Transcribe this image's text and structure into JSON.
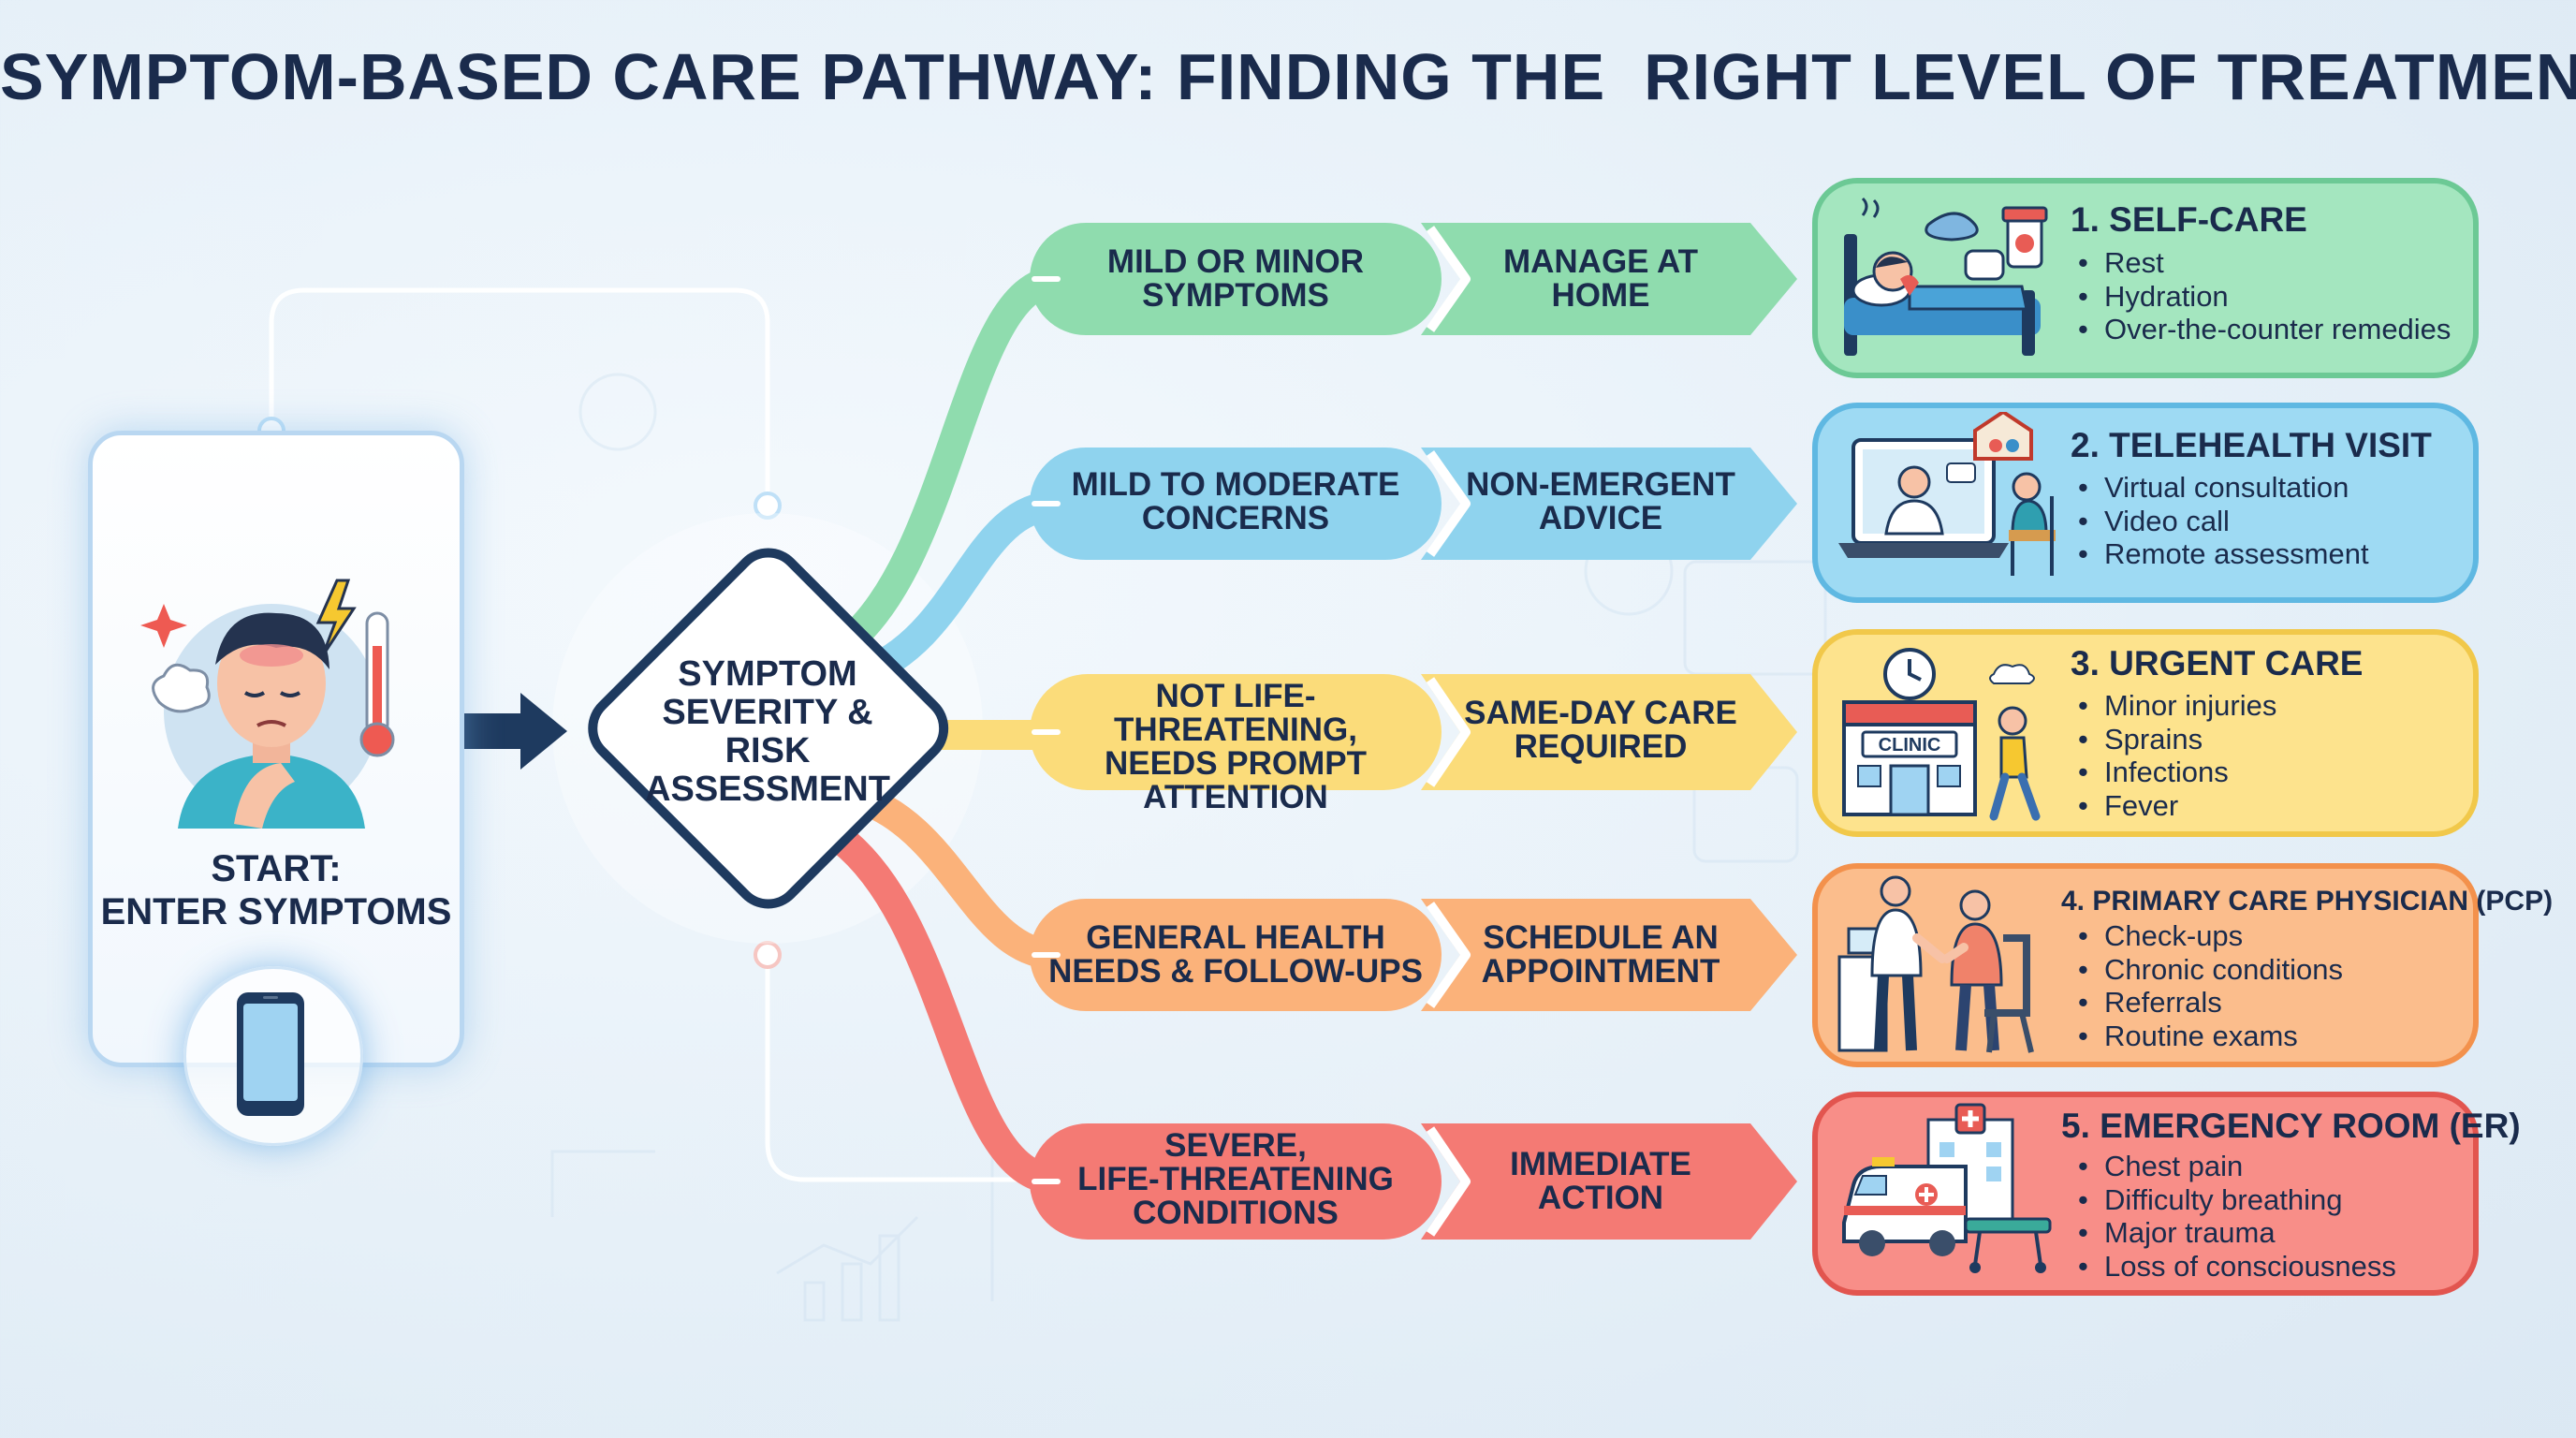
{
  "title": "SYMPTOM-BASED CARE PATHWAY: FINDING THE  RIGHT LEVEL OF TREATMENT",
  "start": {
    "label_line1": "START:",
    "label_line2": "ENTER SYMPTOMS"
  },
  "assessment": {
    "lines": [
      "SYMPTOM",
      "SEVERITY &",
      "RISK",
      "ASSESSMENT"
    ]
  },
  "branches": [
    {
      "condition": [
        "MILD OR MINOR",
        "SYMPTOMS"
      ],
      "action": [
        "MANAGE AT",
        "HOME"
      ],
      "color": "#8fdcae",
      "card": {
        "title": "1. SELF-CARE",
        "items": [
          "Rest",
          "Hydration",
          "Over-the-counter remedies"
        ],
        "bg": "#a4e6bf",
        "border": "#6cc995",
        "icon": "bed-rest-icon"
      }
    },
    {
      "condition": [
        "MILD TO MODERATE",
        "CONCERNS"
      ],
      "action": [
        "NON-EMERGENT",
        "ADVICE"
      ],
      "color": "#8fd3ee",
      "card": {
        "title": "2. TELEHEALTH VISIT",
        "items": [
          "Virtual consultation",
          "Video call",
          "Remote assessment"
        ],
        "bg": "#9edaf3",
        "border": "#5fb8e2",
        "icon": "laptop-doctor-icon"
      }
    },
    {
      "condition": [
        "NOT LIFE-THREATENING,",
        "NEEDS PROMPT",
        "ATTENTION"
      ],
      "action": [
        "SAME-DAY CARE",
        "REQUIRED"
      ],
      "color": "#fbdc7a",
      "card": {
        "title": "3. URGENT CARE",
        "items": [
          "Minor injuries",
          "Sprains",
          "Infections",
          "Fever"
        ],
        "bg": "#fde38d",
        "border": "#f1c84a",
        "icon": "clinic-icon"
      }
    },
    {
      "condition": [
        "GENERAL HEALTH",
        "NEEDS & FOLLOW-UPS"
      ],
      "action": [
        "SCHEDULE AN",
        "APPOINTMENT"
      ],
      "color": "#fbb27a",
      "card": {
        "title": "4. PRIMARY CARE PHYSICIAN (PCP)",
        "items": [
          "Check-ups",
          "Chronic conditions",
          "Referrals",
          "Routine exams"
        ],
        "bg": "#fbbd8c",
        "border": "#f3914c",
        "icon": "doctor-patient-icon"
      }
    },
    {
      "condition": [
        "SEVERE,",
        "LIFE-THREATENING",
        "CONDITIONS"
      ],
      "action": [
        "IMMEDIATE",
        "ACTION"
      ],
      "color": "#f47a74",
      "card": {
        "title": "5. EMERGENCY ROOM (ER)",
        "items": [
          "Chest pain",
          "Difficulty breathing",
          "Major trauma",
          "Loss of consciousness"
        ],
        "bg": "#f88e88",
        "border": "#e2554f",
        "icon": "ambulance-icon"
      }
    }
  ]
}
